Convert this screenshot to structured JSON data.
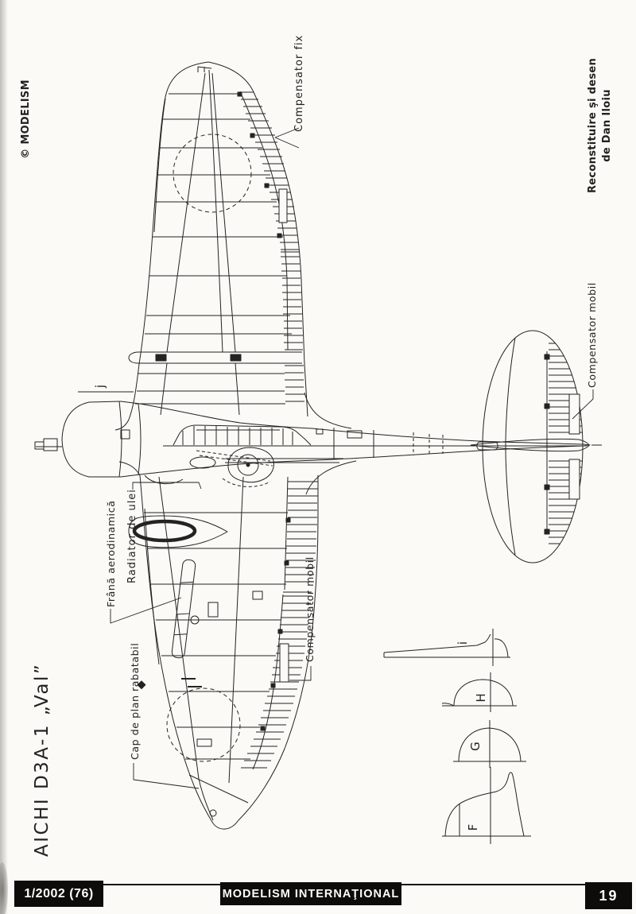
{
  "page": {
    "copyright": "© MODELISM",
    "credit_line1": "Reconstituire şi desen",
    "credit_line2": "de Dan Iloiu",
    "title": "AICHI D3A-1 „Val”"
  },
  "labels": {
    "compensator_fix": "Compensator fix",
    "compensator_mobil_tail": "Compensator mobil",
    "frana_aerodinamica": "Frână aerodinamică",
    "radiator_de_ulei": "Radiator de ulei",
    "cap_de_plan": "Cap de plan rabatabil",
    "compensator_mobil_wing": "Compensator mobil"
  },
  "sections": {
    "j": "j",
    "i": "i",
    "h": "H",
    "g": "G",
    "f": "F"
  },
  "footer": {
    "issue": "1/2002 (76)",
    "magazine": "MODELISM INTERNAŢIONAL",
    "page_number": "19"
  },
  "colors": {
    "ink": "#242321",
    "paper": "#fbfaf6",
    "bar": "#0d0c0a"
  }
}
